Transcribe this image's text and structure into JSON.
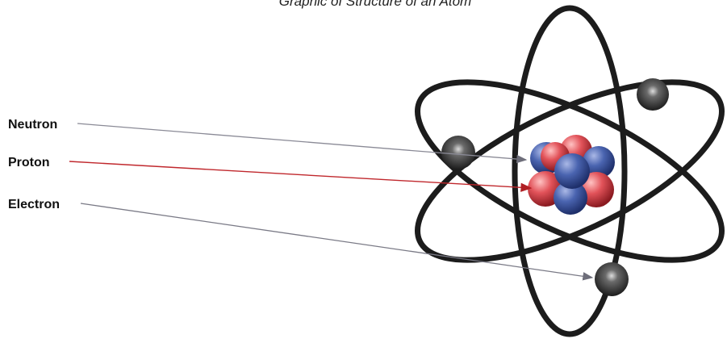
{
  "title": "Graphic of Structure of an Atom",
  "labels": {
    "neutron": "Neutron",
    "proton": "Proton",
    "electron": "Electron"
  },
  "colors": {
    "neutron_leader": "#8a8a96",
    "proton_leader": "#c0282d",
    "electron_leader": "#7a7a86",
    "orbit": "#1c1c1c",
    "proton": "#e04a52",
    "neutron": "#3f5aa6",
    "electron": "#3a3a3a"
  }
}
